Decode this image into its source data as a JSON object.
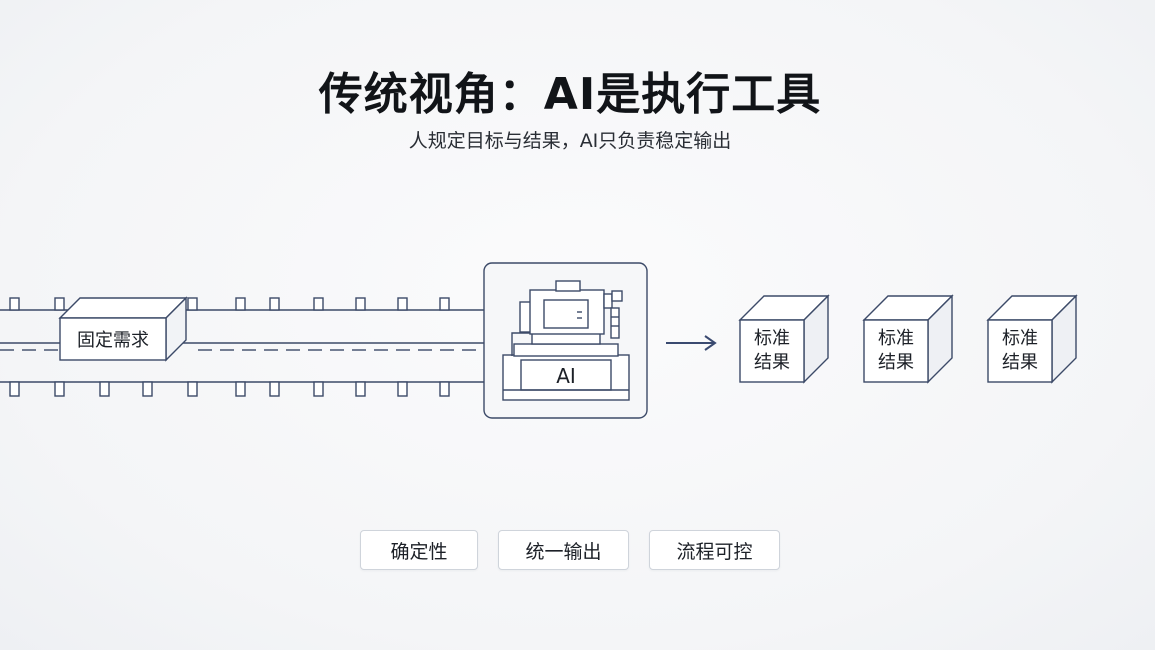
{
  "title": "传统视角：AI是执行工具",
  "subtitle": "人规定目标与结果，AI只负责稳定输出",
  "diagram": {
    "input_label": "固定需求",
    "machine_label": "AI",
    "outputs": [
      {
        "line1": "标准",
        "line2": "结果"
      },
      {
        "line1": "标准",
        "line2": "结果"
      },
      {
        "line1": "标准",
        "line2": "结果"
      }
    ],
    "colors": {
      "stroke": "#3c4a68",
      "arrow": "#3a4a70",
      "box_fill": "#ffffff"
    }
  },
  "tags": [
    {
      "label": "确定性"
    },
    {
      "label": "统一输出"
    },
    {
      "label": "流程可控"
    }
  ]
}
